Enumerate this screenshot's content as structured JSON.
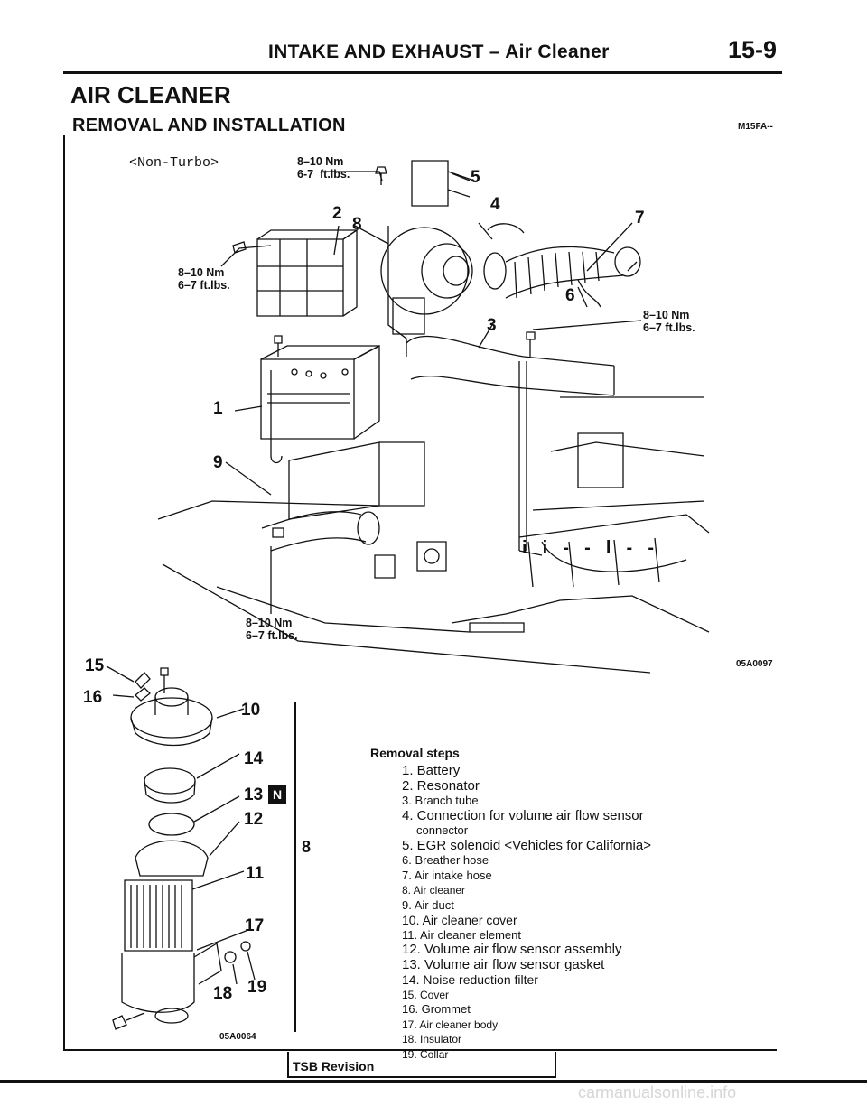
{
  "header": {
    "title": "INTAKE AND EXHAUST – Air Cleaner",
    "page_number": "15-9"
  },
  "section": {
    "title": "AIR CLEANER",
    "subtitle": "REMOVAL AND INSTALLATION",
    "code": "M15FA--"
  },
  "figure_top": {
    "variant": "<Non-Turbo>",
    "torque_a": "8–10 Nm\n6-7  ft.lbs.",
    "torque_b": "8–10 Nm\n6–7 ft.lbs.",
    "torque_c": "8–10 Nm\n6–7 ft.lbs.",
    "torque_d": "8–10 Nm\n6–7 ft.lbs.",
    "callouts": [
      "1",
      "2",
      "3",
      "4",
      "5",
      "6",
      "7",
      "8",
      "9"
    ],
    "stray_marks": "i  i  -  -  l  -  -",
    "figure_code": "05A0097"
  },
  "figure_bottom": {
    "callouts": [
      "10",
      "11",
      "12",
      "13",
      "14",
      "15",
      "16",
      "17",
      "18",
      "19"
    ],
    "n_badge": "N",
    "figure_code": "05A0064",
    "side_mark": "8"
  },
  "removal": {
    "heading": "Removal steps",
    "steps": [
      "1. Battery",
      "2. Resonator",
      "3. Branch tube",
      "4. Connection for volume air flow sensor",
      "connector",
      "5. EGR solenoid <Vehicles for California>",
      "6. Breather hose",
      "7. Air intake hose",
      "8. Air cleaner",
      "9. Air duct",
      "10. Air cleaner cover",
      "11. Air cleaner element",
      "12. Volume air flow sensor assembly",
      "13. Volume air flow sensor gasket",
      "14. Noise reduction filter",
      "15. Cover",
      "16. Grommet",
      "17. Air cleaner body",
      "18. Insulator",
      "19. Collar"
    ]
  },
  "footer": {
    "tsb_label": "TSB Revision",
    "watermark": "carmanualsonline.info"
  },
  "colors": {
    "ink": "#111111",
    "paper": "#ffffff",
    "watermark": "#d6d6d6"
  }
}
